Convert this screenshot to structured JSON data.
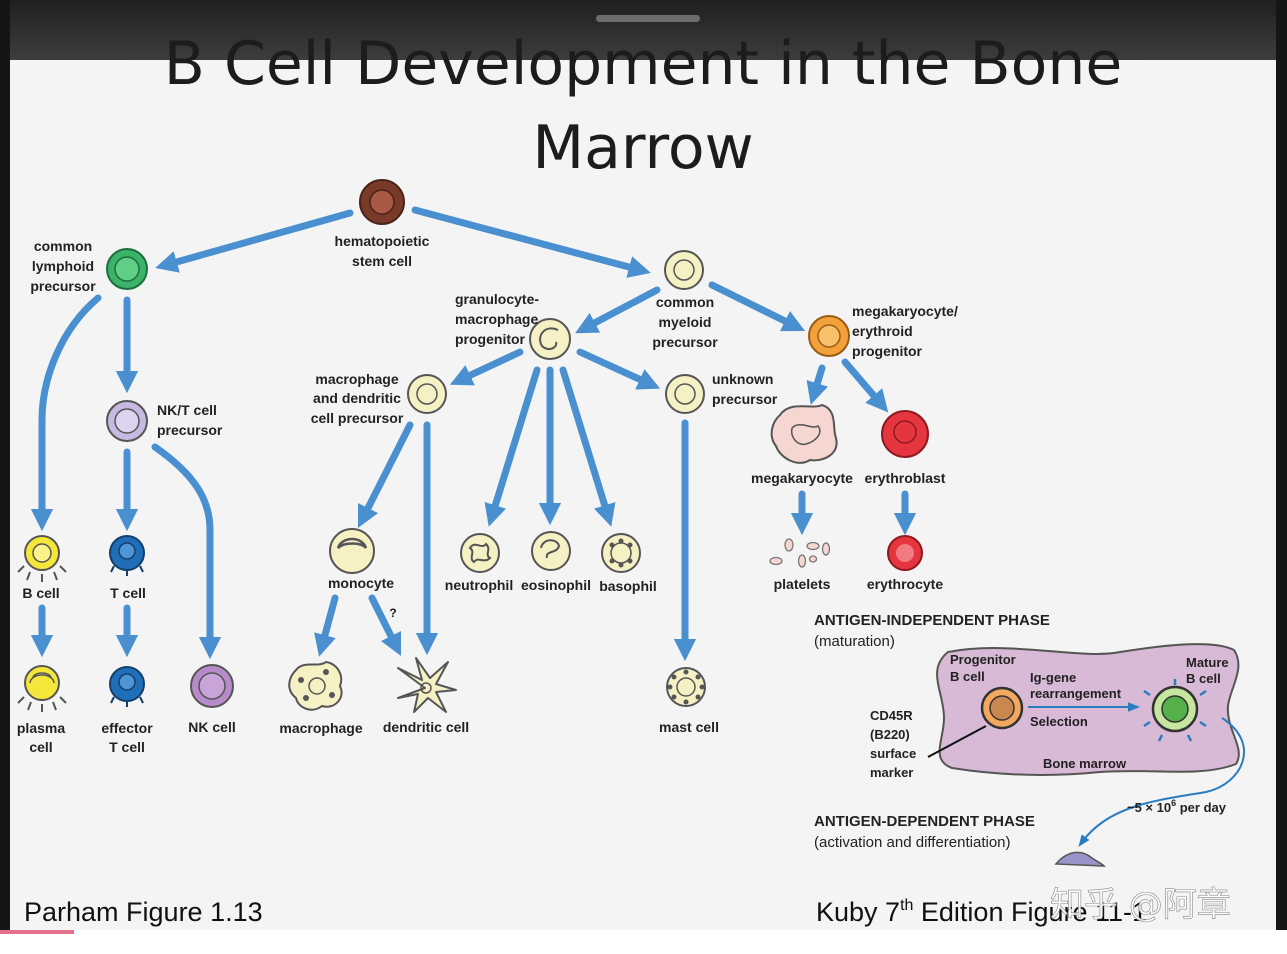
{
  "title_line1": "B Cell Development in the Bone",
  "title_line2": "Marrow",
  "cells": {
    "hsc": [
      "hematopoietic",
      "stem cell"
    ],
    "clp": [
      "common",
      "lymphoid",
      "precursor"
    ],
    "cmp": [
      "common",
      "myeloid",
      "precursor"
    ],
    "gmp": [
      "granulocyte-",
      "macrophage",
      "progenitor"
    ],
    "mep": [
      "megakaryocyte/",
      "erythroid",
      "progenitor"
    ],
    "nkt": [
      "NK/T cell",
      "precursor"
    ],
    "mdp": [
      "macrophage",
      "and dendritic",
      "cell precursor"
    ],
    "unknown": [
      "unknown",
      "precursor"
    ],
    "megakaryocyte": "megakaryocyte",
    "erythroblast": "erythroblast",
    "bcell": "B cell",
    "tcell": "T cell",
    "monocyte": "monocyte",
    "question": "?",
    "neutrophil": "neutrophil",
    "eosinophil": "eosinophil",
    "basophil": "basophil",
    "platelets": "platelets",
    "erythrocyte": "erythrocyte",
    "plasma": [
      "plasma",
      "cell"
    ],
    "effector": [
      "effector",
      "T cell"
    ],
    "nkcell": "NK cell",
    "macrophage": "macrophage",
    "dendritic": "dendritic cell",
    "mastcell": "mast cell"
  },
  "inset": {
    "phase1": [
      "ANTIGEN-INDEPENDENT PHASE",
      "(maturation)"
    ],
    "progenitor": [
      "Progenitor",
      "B cell"
    ],
    "mature": [
      "Mature",
      "B cell"
    ],
    "ig_gene": [
      "Ig-gene",
      "rearrangement"
    ],
    "selection": "Selection",
    "marker": [
      "CD45R",
      "(B220)",
      "surface",
      "marker"
    ],
    "bone_marrow": "Bone marrow",
    "rate_prefix": "~5 × 10",
    "rate_exp": "6",
    "rate_suffix": " per day",
    "phase2": [
      "ANTIGEN-DEPENDENT PHASE",
      "(activation and differentiation)"
    ]
  },
  "captions": {
    "left": "Parham Figure 1.13",
    "right_prefix": "Kuby 7",
    "right_sup": "th",
    "right_suffix": " Edition Figure 11-1"
  },
  "watermark": "知乎 @阿章",
  "colors": {
    "arrow": "#4a90d0",
    "hsc": "#7a3a2a",
    "clp": "#3bb36a",
    "mep": "#f3a13a",
    "red": "#e5353f",
    "nkt": "#c7b9e2",
    "pale": "#f6f1c4",
    "bcell": "#f5e63a",
    "tcell": "#1f6fb8",
    "nk": "#b78bc9",
    "inset_bg": "#d8b9d6"
  }
}
